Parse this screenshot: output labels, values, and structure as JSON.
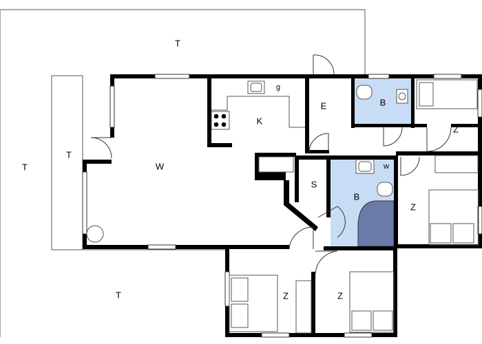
{
  "rooms": {
    "terrace_top": "T",
    "terrace_left_outer": "T",
    "terrace_left_inner": "T",
    "terrace_bottom": "T",
    "living": "W",
    "kitchen": "K",
    "kitchen_g": "g",
    "entry": "E",
    "bath_top": "B",
    "bath_mid": "B",
    "bath_mid_w": "w",
    "storage": "S",
    "bed_top_right": "Z",
    "bed_mid_right": "Z",
    "bed_bottom_left": "Z",
    "bed_bottom_right": "Z"
  },
  "colors": {
    "bath_fill": "#c9dcf5",
    "shower_fill": "#6b7aa8",
    "wall": "#000000"
  }
}
